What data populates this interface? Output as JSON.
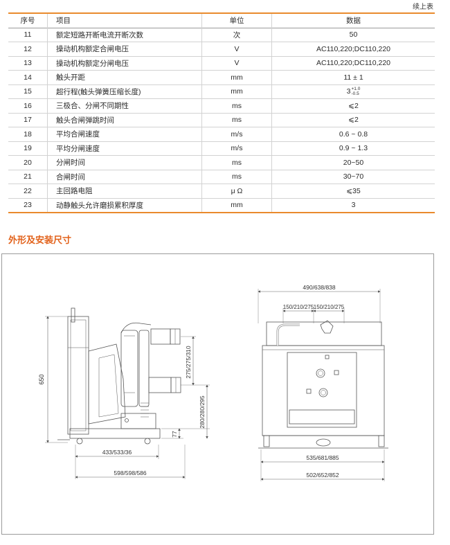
{
  "header": {
    "continued_label": "续上表"
  },
  "spec_table": {
    "columns": [
      "序号",
      "项目",
      "单位",
      "数据"
    ],
    "rows": [
      {
        "no": "11",
        "item": "额定短路开断电流开断次数",
        "unit": "次",
        "value": "50"
      },
      {
        "no": "12",
        "item": "操动机构额定合闸电压",
        "unit": "V",
        "value": "AC110,220;DC110,220"
      },
      {
        "no": "13",
        "item": "操动机构额定分闸电压",
        "unit": "V",
        "value": "AC110,220;DC110,220"
      },
      {
        "no": "14",
        "item": "触头开距",
        "unit": "mm",
        "value": "11 ± 1"
      },
      {
        "no": "15",
        "item": "超行程(触头弹簧压缩长度)",
        "unit": "mm",
        "value": "3",
        "tol_plus": "+1.0",
        "tol_minus": "-0.5"
      },
      {
        "no": "16",
        "item": "三极合、分闸不同期性",
        "unit": "ms",
        "value": "⩽2"
      },
      {
        "no": "17",
        "item": "触头合闸弹跳时间",
        "unit": "ms",
        "value": "⩽2"
      },
      {
        "no": "18",
        "item": "平均合闸速度",
        "unit": "m/s",
        "value": "0.6 ~ 0.8"
      },
      {
        "no": "19",
        "item": "平均分闸速度",
        "unit": "m/s",
        "value": "0.9 ~ 1.3"
      },
      {
        "no": "20",
        "item": "分闸时间",
        "unit": "ms",
        "value": "20~50"
      },
      {
        "no": "21",
        "item": "合闸时间",
        "unit": "ms",
        "value": "30~70"
      },
      {
        "no": "22",
        "item": "主回路电阻",
        "unit": "μ Ω",
        "value": "⩽35"
      },
      {
        "no": "23",
        "item": "动静触头允许磨损累积厚度",
        "unit": "mm",
        "value": "3"
      }
    ]
  },
  "section": {
    "title": "外形及安装尺寸"
  },
  "drawing": {
    "side_view": {
      "dim_height": "650",
      "dim_terminal_upper": "275/275/310",
      "dim_terminal_lower": "280/280/295",
      "dim_base": "77",
      "dim_depth_inner": "433/533/36",
      "dim_depth_total": "598/598/586"
    },
    "front_view": {
      "dim_top_total": "490/638/838",
      "dim_phase_left": "150/210/275",
      "dim_phase_right": "150/210/275",
      "dim_width_inner": "535/681/885",
      "dim_width_outer": "502/652/852"
    }
  }
}
